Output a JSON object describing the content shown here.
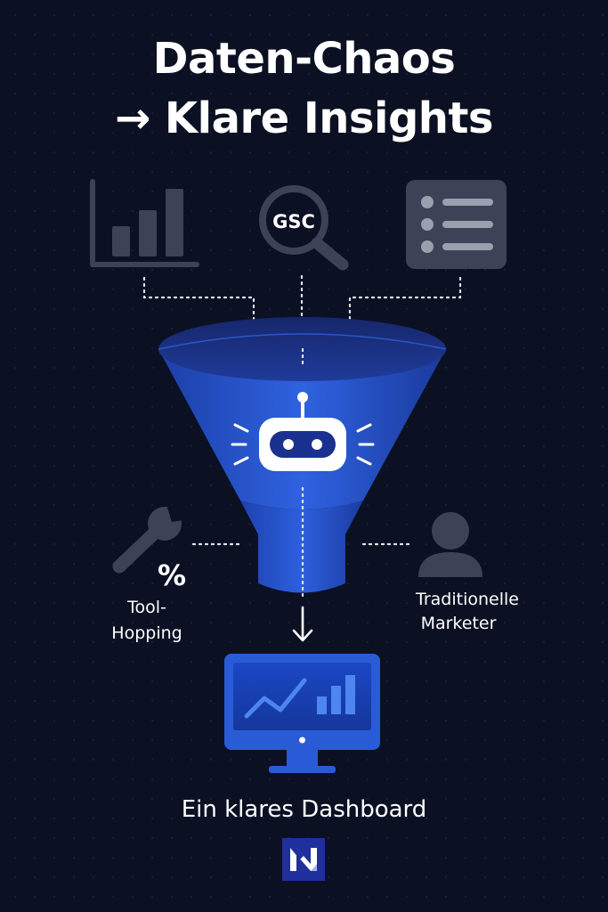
{
  "title": {
    "line1": "Daten-Chaos",
    "line2": "→ Klare Insights"
  },
  "sources": {
    "analytics_icon": "bar-chart-icon",
    "gsc_icon": "magnifier-icon",
    "gsc_label": "GSC",
    "list_icon": "list-icon"
  },
  "funnel": {
    "center_icon": "robot-icon"
  },
  "side_left": {
    "icon": "wrench-icon",
    "symbol": "%",
    "label_line1": "Tool-",
    "label_line2": "Hopping"
  },
  "side_right": {
    "icon": "person-icon",
    "label_line1": "Traditionelle",
    "label_line2": "Marketer"
  },
  "output": {
    "icon": "monitor-dashboard-icon",
    "caption": "Ein klares Dashboard"
  },
  "brand": {
    "logo_icon": "brand-logo-icon"
  },
  "colors": {
    "background": "#0b1023",
    "accent_blue": "#2a5bd7",
    "icon_gray": "#3d4356",
    "text": "#ffffff"
  }
}
